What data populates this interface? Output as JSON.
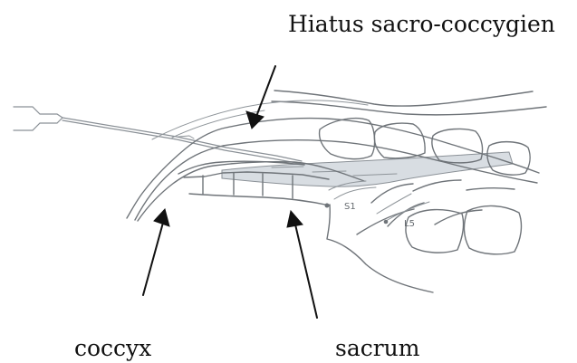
{
  "labels": {
    "top": "Hiatus sacro-coccygien",
    "coccyx": "coccyx",
    "sacrum": "sacrum",
    "s1": "S1",
    "l5": "L5"
  },
  "colors": {
    "sketch": "#6f7479",
    "arrow": "#111111",
    "highlight": "#d8dde2"
  }
}
